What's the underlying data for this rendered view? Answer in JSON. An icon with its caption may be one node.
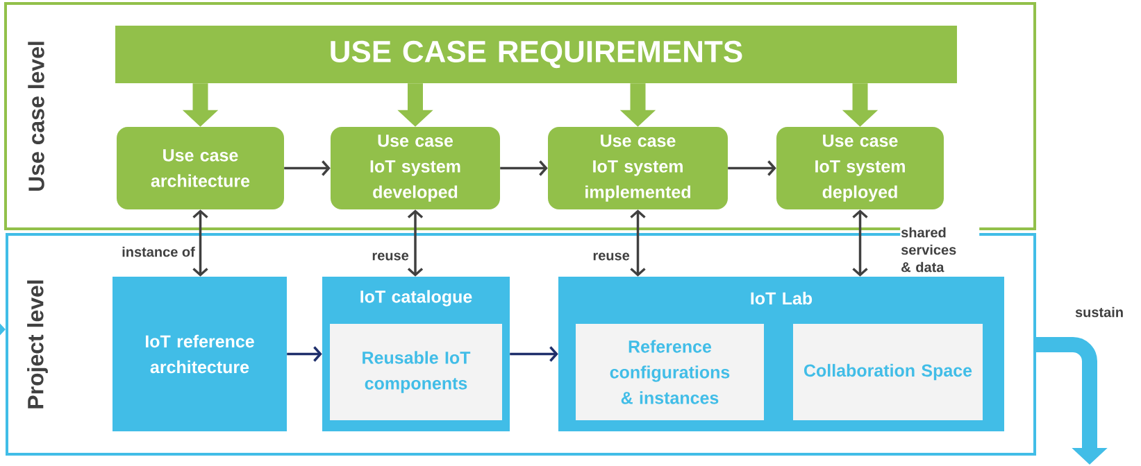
{
  "diagram": {
    "nodes": [
      {
        "text": [
          "Use case level"
        ]
      },
      {
        "text": [
          "USE CASE REQUIREMENTS"
        ],
        "in": 0
      },
      {
        "text": [
          "Use case architecture"
        ],
        "in": 0
      },
      {
        "text": [
          "Use case IoT system developed"
        ],
        "in": 0
      },
      {
        "text": [
          "Use case IoT system implemented"
        ],
        "in": 0
      },
      {
        "text": [
          "Use case IoT system deployed"
        ],
        "in": 0
      },
      {
        "text": [
          "Project level"
        ]
      },
      {
        "text": [
          "IoT reference architecture"
        ],
        "in": 6
      },
      {
        "text": [
          "IoT catalogue"
        ],
        "in": 6
      },
      {
        "text": [
          "Reusable IoT components"
        ],
        "in": 8
      },
      {
        "text": [
          "IoT Lab"
        ],
        "in": 6
      },
      {
        "text": [
          "Reference configurations & instances"
        ],
        "in": 10
      },
      {
        "text": [
          "Collaboration Space"
        ],
        "in": 10
      }
    ],
    "edges": [
      {
        "from": 1,
        "to": 2,
        "arrow": "to",
        "style": "thick",
        "color": "#92c04a"
      },
      {
        "from": 1,
        "to": 3,
        "arrow": "to",
        "style": "thick",
        "color": "#92c04a"
      },
      {
        "from": 1,
        "to": 4,
        "arrow": "to",
        "style": "thick",
        "color": "#92c04a"
      },
      {
        "from": 1,
        "to": 5,
        "arrow": "to",
        "style": "thick",
        "color": "#92c04a"
      },
      {
        "from": 2,
        "to": 3,
        "arrow": "to"
      },
      {
        "from": 3,
        "to": 4,
        "arrow": "to"
      },
      {
        "from": 4,
        "to": 5,
        "arrow": "to"
      },
      {
        "from": 2,
        "to": 7,
        "arrow": "both",
        "label": "instance of"
      },
      {
        "from": 3,
        "to": 8,
        "arrow": "both",
        "label": "reuse"
      },
      {
        "from": 4,
        "to": 10,
        "arrow": "both",
        "label": "reuse"
      },
      {
        "from": 5,
        "to": 10,
        "arrow": "both",
        "label": "shared services & data"
      },
      {
        "from": 7,
        "to": 8,
        "arrow": "to",
        "color": "#1f2f6b"
      },
      {
        "from": 8,
        "to": 10,
        "arrow": "to",
        "color": "#1f2f6b"
      },
      {
        "from": null,
        "to": 6,
        "arrow": "to",
        "style": "thick",
        "color": "#41bde7"
      },
      {
        "from": 6,
        "to": null,
        "arrow": "to",
        "style": "thick",
        "color": "#41bde7",
        "label": "sustain"
      }
    ]
  }
}
